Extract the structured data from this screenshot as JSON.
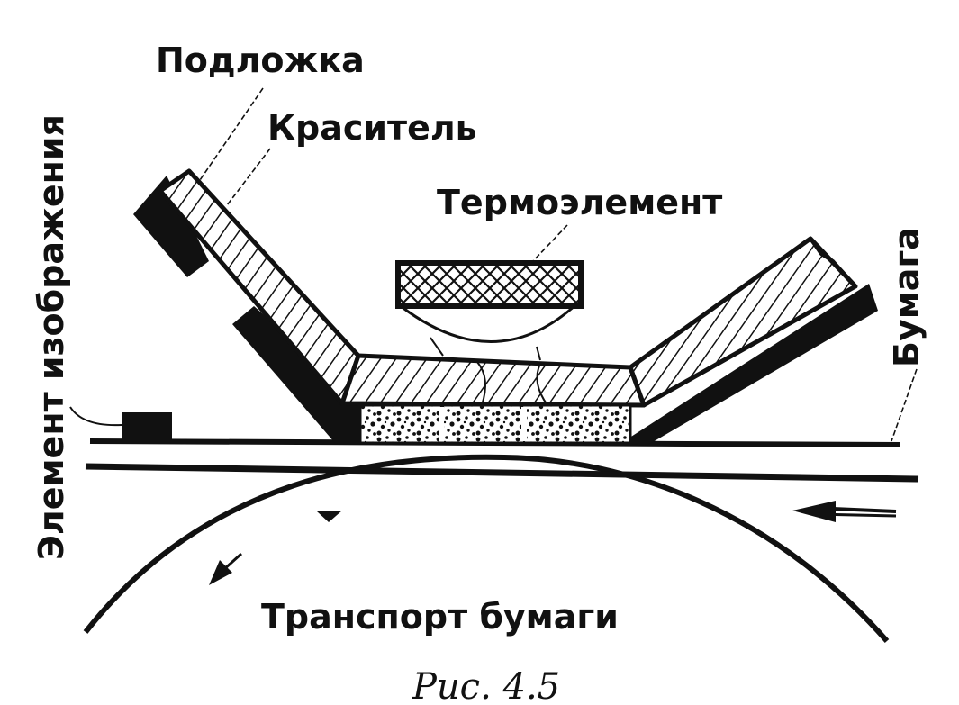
{
  "labels": {
    "substrate": "Подложка",
    "dye": "Краситель",
    "thermo_element": "Термоэлемент",
    "image_element": "Элемент изображения",
    "paper": "Бумага",
    "paper_transport": "Транспорт бумаги"
  },
  "caption": "Рис. 4.5",
  "colors": {
    "ink": "#111111",
    "background": "#ffffff"
  }
}
